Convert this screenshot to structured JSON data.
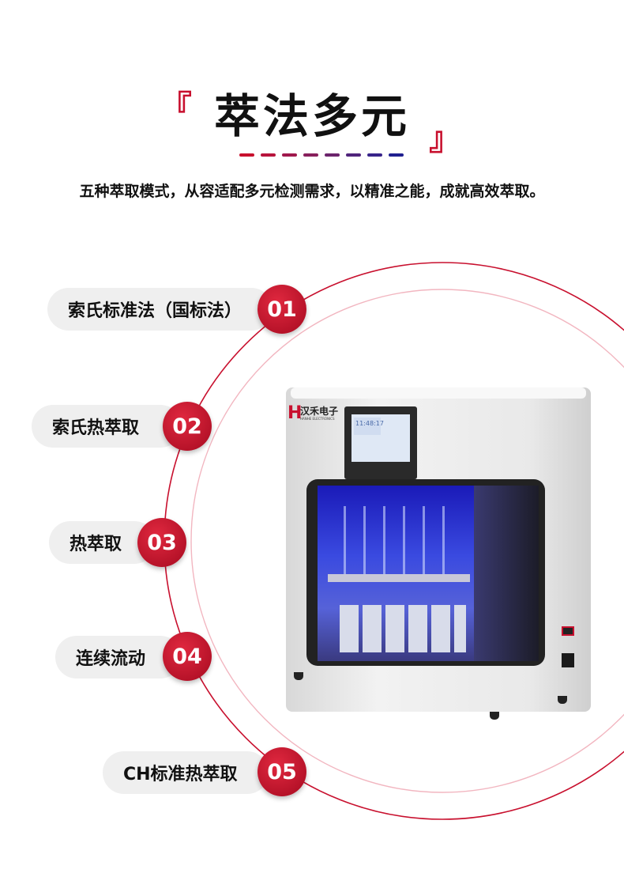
{
  "header": {
    "bracket_open": "『",
    "title": "萃法多元",
    "bracket_close": "』",
    "dash_colors": [
      "#c8102e",
      "#b8143c",
      "#a0184c",
      "#88205c",
      "#6c246c",
      "#50247c",
      "#38248a",
      "#202090"
    ],
    "subtitle": "五种萃取模式，从容适配多元检测需求，以精准之能，成就高效萃取。"
  },
  "modes": [
    {
      "label": "索氏标准法（国标法）",
      "number": "01"
    },
    {
      "label": "索氏热萃取",
      "number": "02"
    },
    {
      "label": "热萃取",
      "number": "03"
    },
    {
      "label": "连续流动",
      "number": "04"
    },
    {
      "label": "CH标准热萃取",
      "number": "05"
    }
  ],
  "device": {
    "logo_text": "汉禾电子",
    "logo_sub": "HANHE ELECTRONICS",
    "screen_time": "11:48:17"
  },
  "colors": {
    "accent": "#c8102e",
    "pill": "#efefef"
  }
}
